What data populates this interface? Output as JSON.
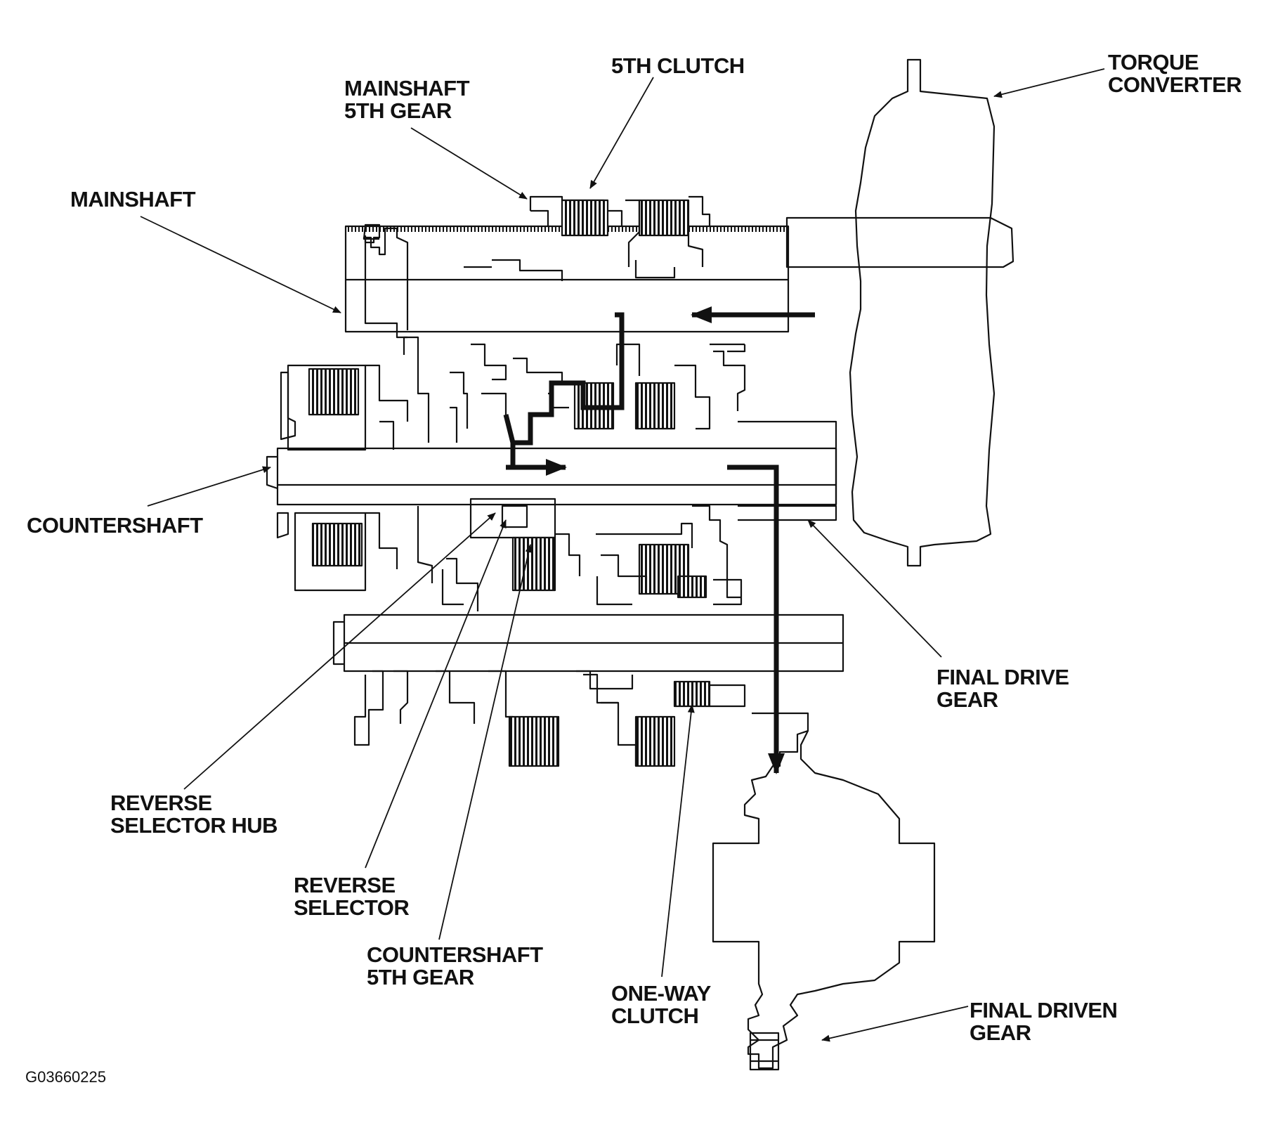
{
  "labels": {
    "fifth_clutch": "5TH CLUTCH",
    "torque_converter": [
      "TORQUE",
      "CONVERTER"
    ],
    "mainshaft_5th_gear": [
      "MAINSHAFT",
      "5TH GEAR"
    ],
    "mainshaft": "MAINSHAFT",
    "countershaft": "COUNTERSHAFT",
    "final_drive_gear": [
      "FINAL DRIVE",
      "GEAR"
    ],
    "reverse_selector_hub": [
      "REVERSE",
      "SELECTOR HUB"
    ],
    "reverse_selector": [
      "REVERSE",
      "SELECTOR"
    ],
    "countershaft_5th_gear": [
      "COUNTERSHAFT",
      "5TH GEAR"
    ],
    "one_way_clutch": [
      "ONE-WAY",
      "CLUTCH"
    ],
    "final_driven_gear": [
      "FINAL DRIVEN",
      "GEAR"
    ]
  },
  "figure_id": "G03660225",
  "colors": {
    "ink": "#111111",
    "paper": "#ffffff"
  }
}
